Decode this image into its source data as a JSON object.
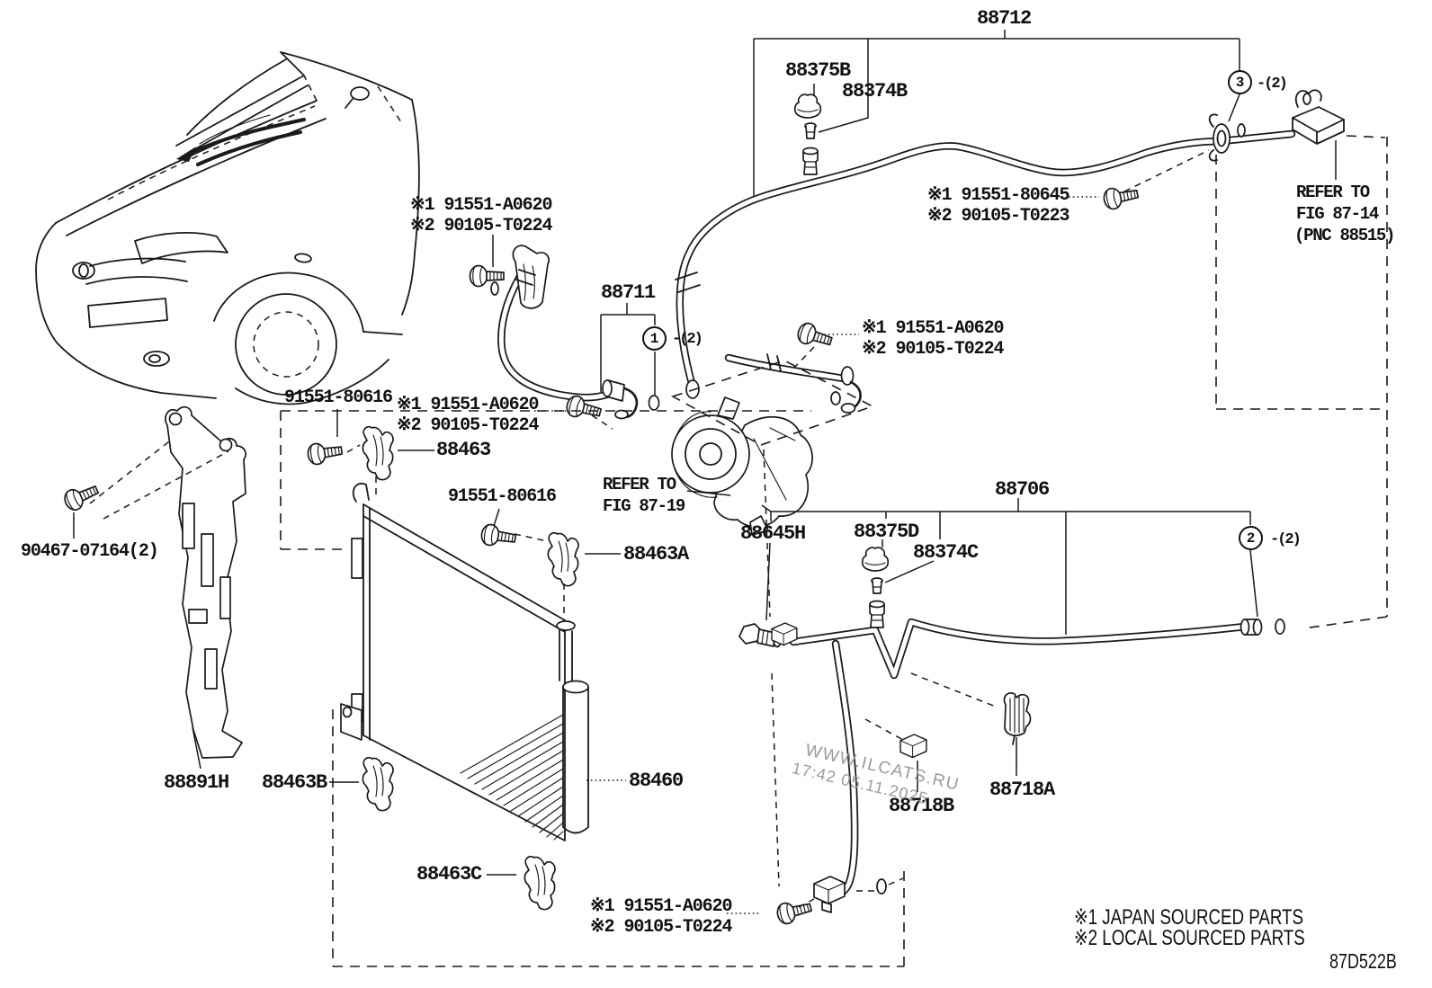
{
  "page": {
    "background": "#ffffff",
    "ink": "#1a1a1a",
    "watermark_color": "#9a9a9a"
  },
  "parts": {
    "p88712": "88712",
    "p88711": "88711",
    "p88706": "88706",
    "p88460": "88460",
    "p88463": "88463",
    "p88463a": "88463A",
    "p88463b": "88463B",
    "p88463c": "88463C",
    "p88375b": "88375B",
    "p88374b": "88374B",
    "p88375d": "88375D",
    "p88374c": "88374C",
    "p88645h": "88645H",
    "p88718a": "88718A",
    "p88718b": "88718B",
    "p88891h": "88891H"
  },
  "fasteners": {
    "a0620": "※1 91551-A0620",
    "t0224": "※2 90105-T0224",
    "n80645": "※1 91551-80645",
    "t0223": "※2 90105-T0223",
    "n80616": "91551-80616",
    "n90467": "90467-07164(2)"
  },
  "notes": {
    "refer14_line1": "REFER TO",
    "refer14_line2": "FIG 87-14",
    "refer14_line3": "(PNC 88515)",
    "refer19_line1": "REFER TO",
    "refer19_line2": "FIG 87-19"
  },
  "callouts": {
    "n1": "1",
    "n2": "2",
    "n3": "3",
    "qty2": "-(2)"
  },
  "legend": {
    "line1": "※1 JAPAN SOURCED PARTS",
    "line2": "※2 LOCAL SOURCED PARTS"
  },
  "watermark": {
    "line1": "WWW.ILCATS.RU",
    "line2": "17:42 05.11.2025"
  },
  "drawing_code": "87D522B"
}
